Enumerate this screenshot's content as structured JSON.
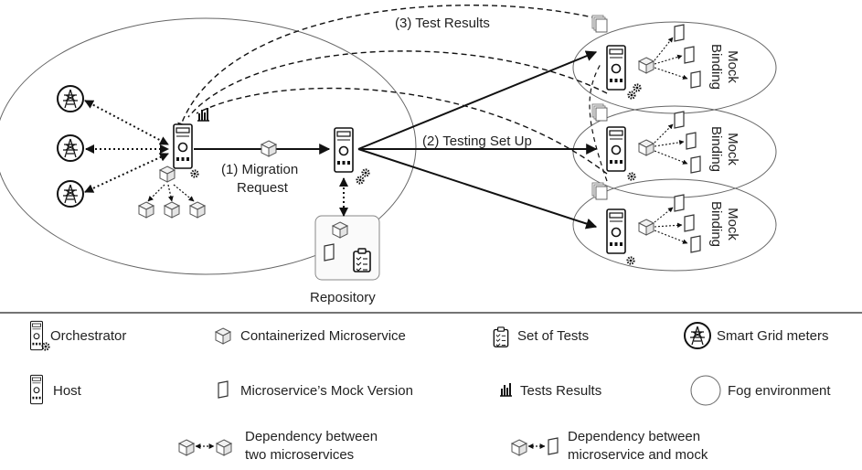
{
  "diagram": {
    "labels": {
      "migration_line1": "(1) Migration",
      "migration_line2": "Request",
      "testing_setup": "(2) Testing Set Up",
      "test_results": "(3) Test Results",
      "repository": "Repository",
      "mock_binding_line1": "Mock",
      "mock_binding_line2": "Binding"
    }
  },
  "legend": {
    "orchestrator": "Orchestrator",
    "containerized_microservice": "Containerized Microservice",
    "set_of_tests": "Set of Tests",
    "smart_grid_meters": "Smart Grid meters",
    "host": "Host",
    "mock_version": "Microservice’s Mock Version",
    "tests_results": "Tests Results",
    "fog_environment": "Fog environment",
    "dep_two_line1": "Dependency between",
    "dep_two_line2": "two microservices",
    "dep_mock_line1": "Dependency between",
    "dep_mock_line2": "microservice and mock"
  }
}
